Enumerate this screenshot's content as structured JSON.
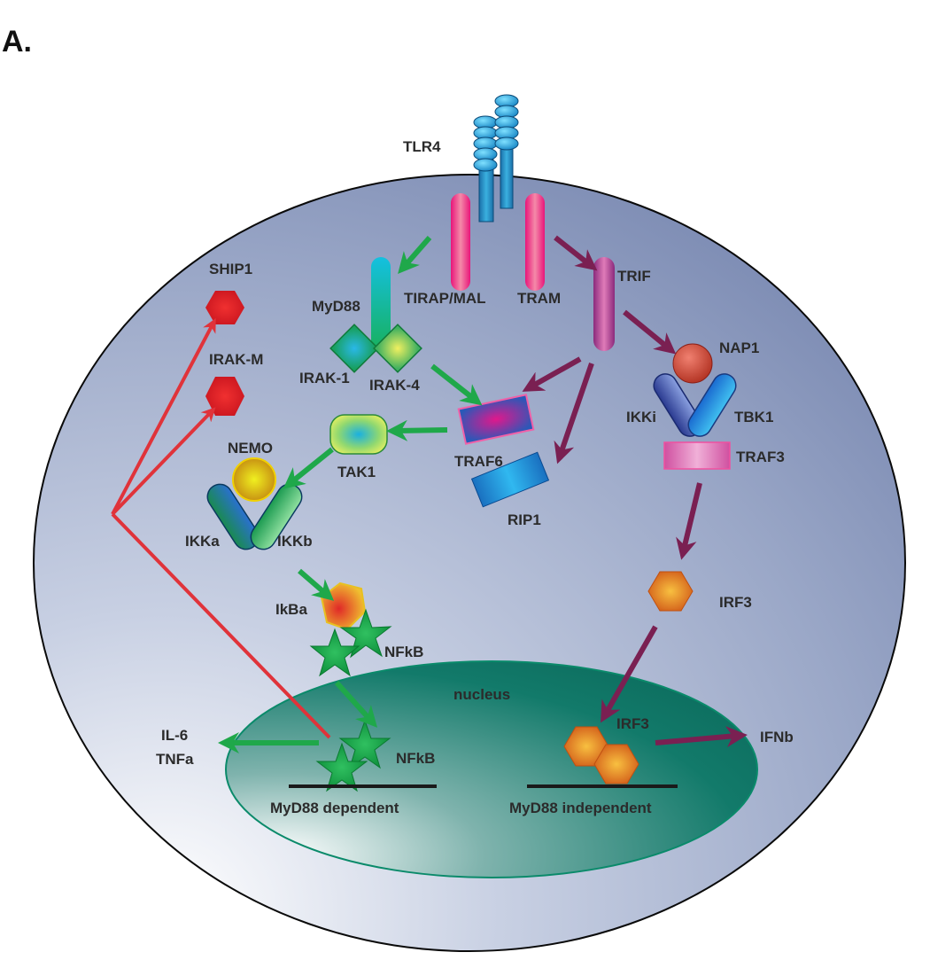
{
  "panel_label": "A.",
  "labels": {
    "tlr4": "TLR4",
    "tirap": "TIRAP/MAL",
    "tram": "TRAM",
    "trif": "TRIF",
    "myd88": "MyD88",
    "irak1": "IRAK-1",
    "irak4": "IRAK-4",
    "ship1": "SHIP1",
    "irakm": "IRAK-M",
    "nap1": "NAP1",
    "ikki": "IKKi",
    "tbk1": "TBK1",
    "traf3": "TRAF3",
    "traf6": "TRAF6",
    "rip1": "RIP1",
    "tak1": "TAK1",
    "nemo": "NEMO",
    "ikka": "IKKa",
    "ikkb": "IKKb",
    "ikba": "IkBa",
    "nfkb_cyto": "NFkB",
    "irf3_cyto": "IRF3",
    "nucleus": "nucleus",
    "irf3_nuc": "IRF3",
    "ifnb": "IFNb",
    "il6": "IL-6",
    "tnfa": "TNFa",
    "nfkb_nuc": "NFkB",
    "myd88_dep": "MyD88 dependent",
    "myd88_indep": "MyD88 independent"
  },
  "colors": {
    "myd88_pathway_arrow": "#1fa84a",
    "trif_pathway_arrow": "#7a2052",
    "feedback_arrow": "#e0333a",
    "cell_fill": "#8c9bc0",
    "nucleus_fill": "#1f7a6e"
  }
}
